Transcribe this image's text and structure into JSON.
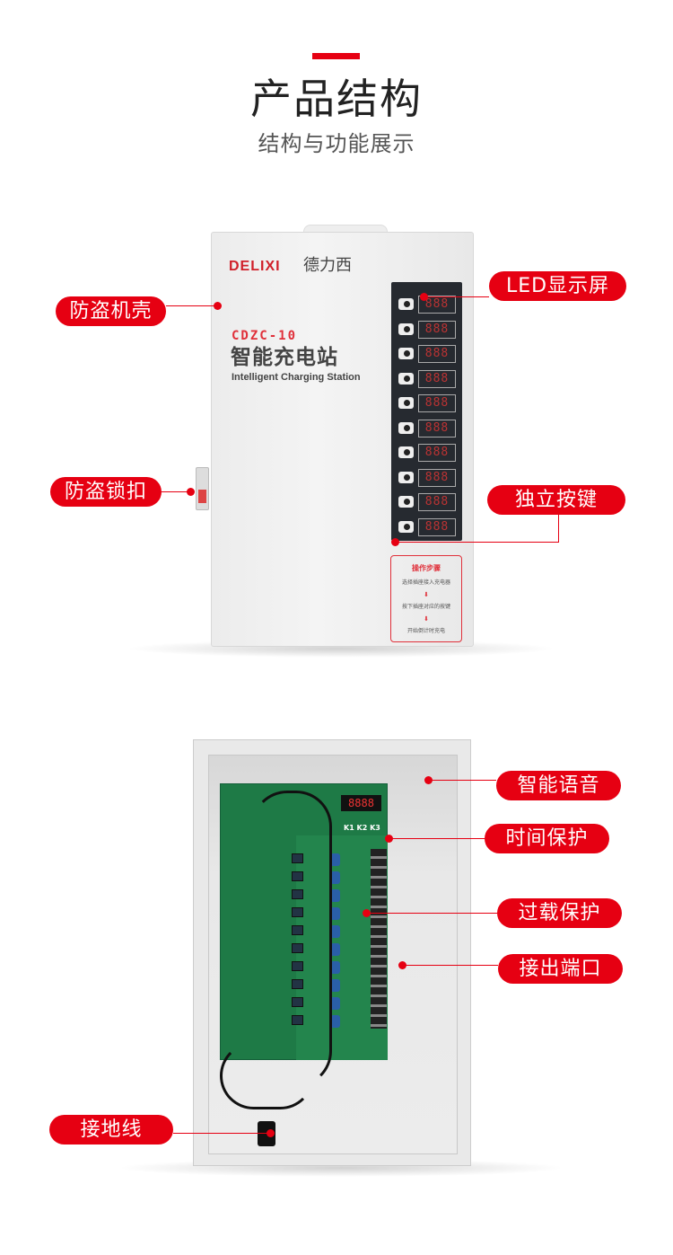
{
  "header": {
    "title": "产品结构",
    "subtitle": "结构与功能展示"
  },
  "front": {
    "brand": "DELIXI",
    "brand_cn": "德力西",
    "model": "CDZC-10",
    "name_cn": "智能充电站",
    "name_en": "Intelligent  Charging Station",
    "displays": [
      "888",
      "888",
      "888",
      "888",
      "888",
      "888",
      "888",
      "888",
      "888",
      "888"
    ],
    "card": {
      "title": "操作步骤",
      "steps": [
        "选择插座接入充电器",
        "按下插座对应的按键",
        "开始倒计时充电"
      ],
      "arrow": "⬇"
    },
    "labels": {
      "shell": "防盗机壳",
      "led": "LED显示屏",
      "lock": "防盗锁扣",
      "keys": "独立按键"
    }
  },
  "inner": {
    "display": "8888",
    "keys": "K1 K2 K3",
    "labels": {
      "voice": "智能语音",
      "time": "时间保护",
      "overload": "过载保护",
      "port": "接出端口",
      "ground": "接地线"
    }
  },
  "colors": {
    "accent": "#e60012"
  }
}
